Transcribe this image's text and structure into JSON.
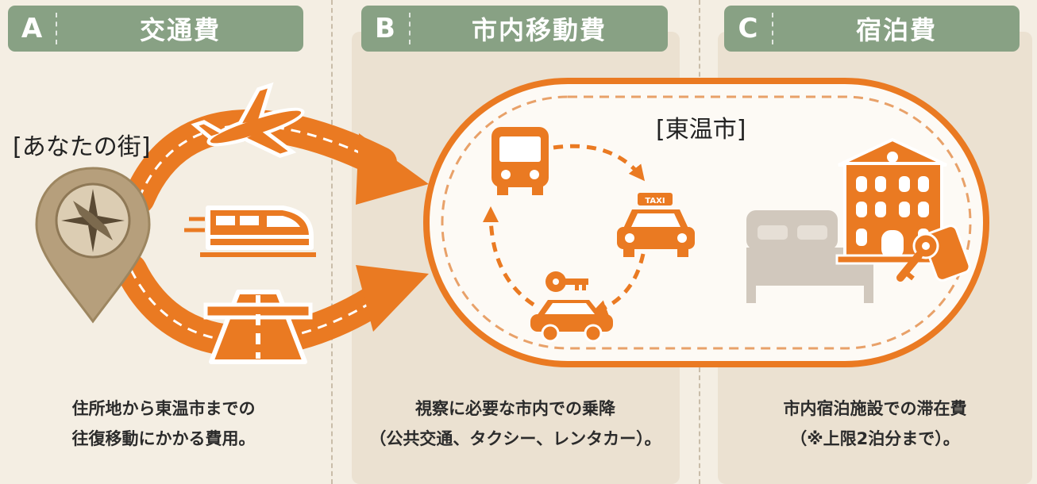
{
  "sections": [
    {
      "letter": "A",
      "title": "交通費",
      "caption_lines": [
        "住所地から東温市までの",
        "往復移動にかかる費用。"
      ]
    },
    {
      "letter": "B",
      "title": "市内移動費",
      "caption_lines": [
        "視察に必要な市内での乗降",
        "（公共交通、タクシー、レンタカー）。"
      ]
    },
    {
      "letter": "C",
      "title": "宿泊費",
      "caption_lines": [
        "市内宿泊施設での滞在費",
        "（※上限2泊分まで）。"
      ]
    }
  ],
  "origin_label": "[あなたの街]",
  "city_label": "[東温市]",
  "taxi_sign": "TAXI",
  "colors": {
    "accent": "#ea7a22",
    "tab": "#88a184",
    "background": "#f4eee3",
    "pin": "#b69f7c"
  },
  "icons": [
    "compass-pin-icon",
    "airplane-icon",
    "bullet-train-icon",
    "road-icon",
    "bus-icon",
    "taxi-icon",
    "rental-car-icon",
    "bed-icon",
    "hotel-icon",
    "key-icon"
  ]
}
